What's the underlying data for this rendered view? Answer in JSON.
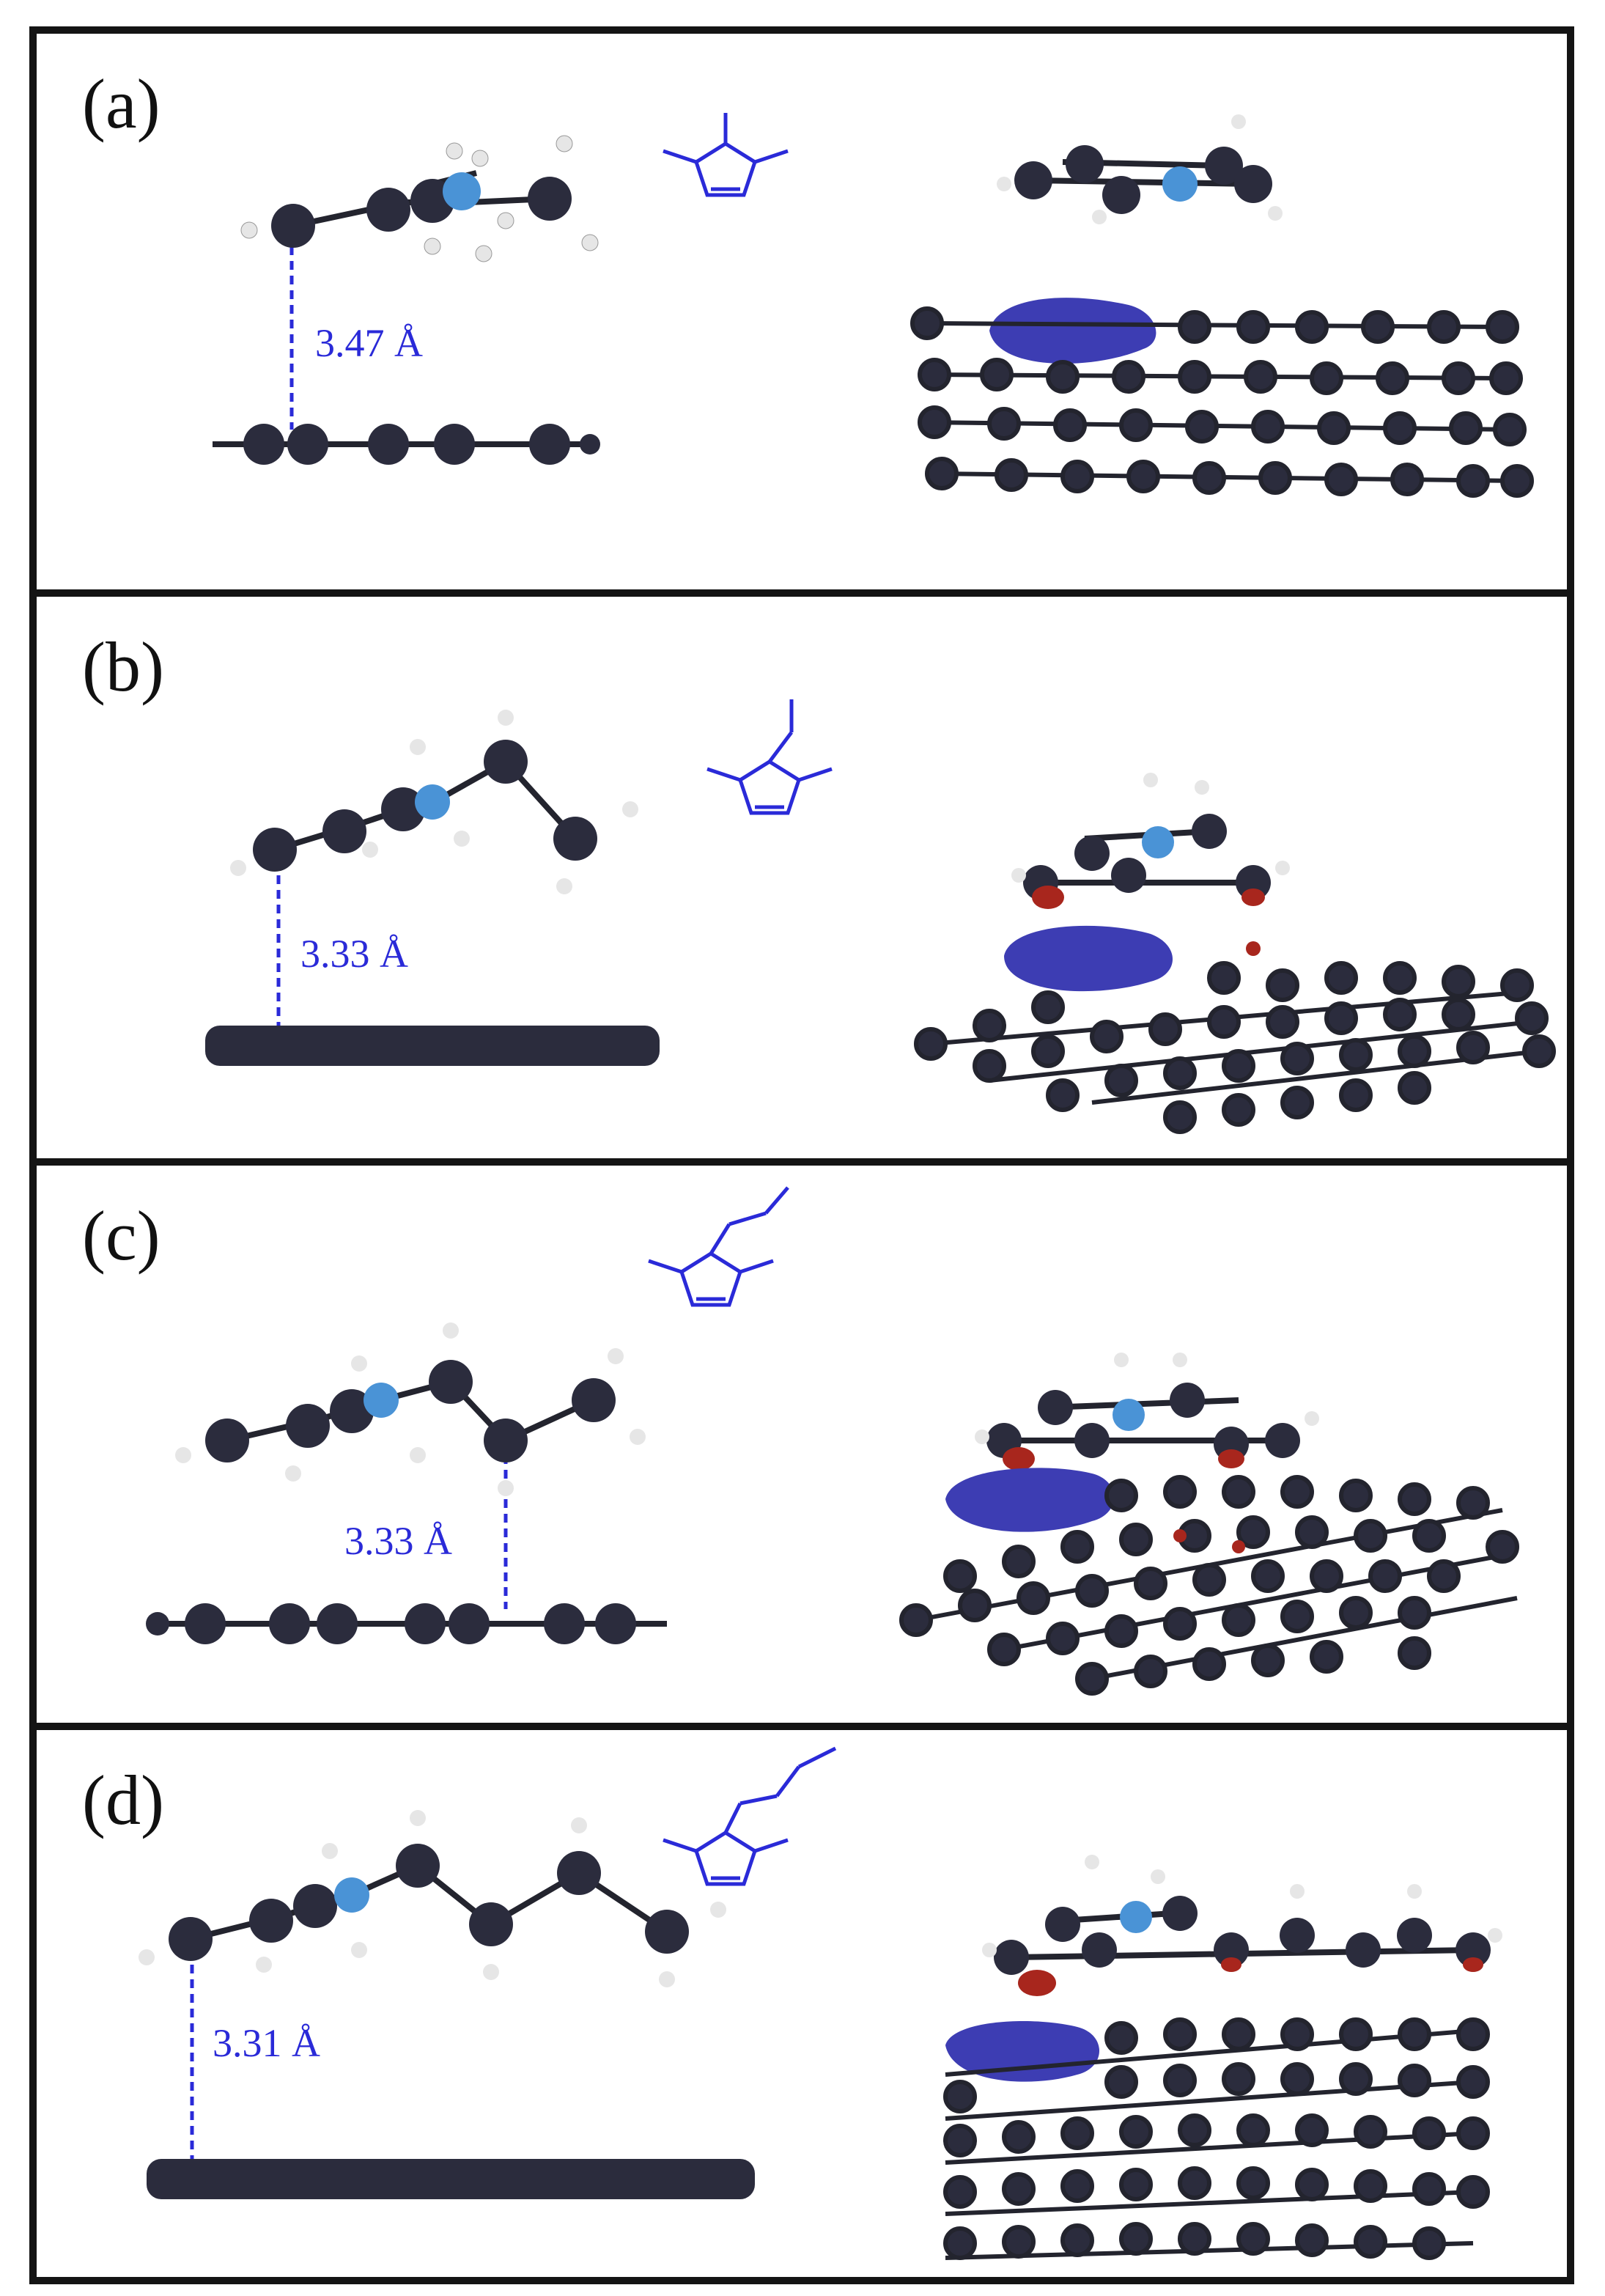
{
  "colors": {
    "carbon": "#2b2c3d",
    "carbon_highlight": "#6a6c86",
    "hydrogen": "#e6e6e6",
    "nitrogen": "#4a93d6",
    "bond": "#23242e",
    "distance_line": "#2a2ad8",
    "charge_blue": "#3d3db3",
    "charge_red": "#a8261d",
    "structure_formula": "#2a2ad8",
    "frame": "#141414"
  },
  "panels": [
    {
      "label": "(a)",
      "distance": "3.47 Å"
    },
    {
      "label": "(b)",
      "distance": "3.33 Å"
    },
    {
      "label": "(c)",
      "distance": "3.33 Å"
    },
    {
      "label": "(d)",
      "distance": "3.31 Å"
    }
  ]
}
